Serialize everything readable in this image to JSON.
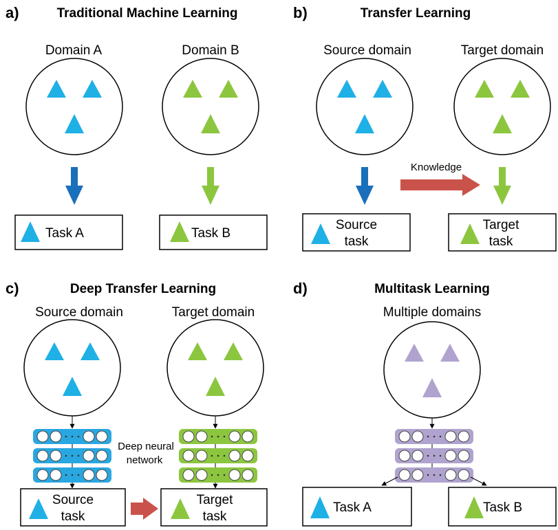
{
  "colors": {
    "blue": "#1fb0e6",
    "green": "#8cc63f",
    "purple": "#b0a3cf",
    "dark_blue_arrow": "#1a6fba",
    "green_arrow": "#8cc63f",
    "red_arrow": "#c9534a",
    "blue_layer": "#29a7e1",
    "green_layer": "#8cc63f",
    "purple_layer": "#b0a3cf"
  },
  "panel_a": {
    "label": "a)",
    "title": "Traditional Machine Learning",
    "domain_a": "Domain A",
    "domain_b": "Domain B",
    "task_a": "Task A",
    "task_b": "Task B"
  },
  "panel_b": {
    "label": "b)",
    "title": "Transfer Learning",
    "source_domain": "Source domain",
    "target_domain": "Target domain",
    "knowledge": "Knowledge",
    "source_task_1": "Source",
    "source_task_2": "task",
    "target_task_1": "Target",
    "target_task_2": "task"
  },
  "panel_c": {
    "label": "c)",
    "title": "Deep Transfer Learning",
    "source_domain": "Source domain",
    "target_domain": "Target domain",
    "dnn_1": "Deep neural",
    "dnn_2": "network",
    "source_task_1": "Source",
    "source_task_2": "task",
    "target_task_1": "Target",
    "target_task_2": "task"
  },
  "panel_d": {
    "label": "d)",
    "title": "Multitask Learning",
    "domain": "Multiple domains",
    "task_a": "Task A",
    "task_b": "Task B"
  }
}
